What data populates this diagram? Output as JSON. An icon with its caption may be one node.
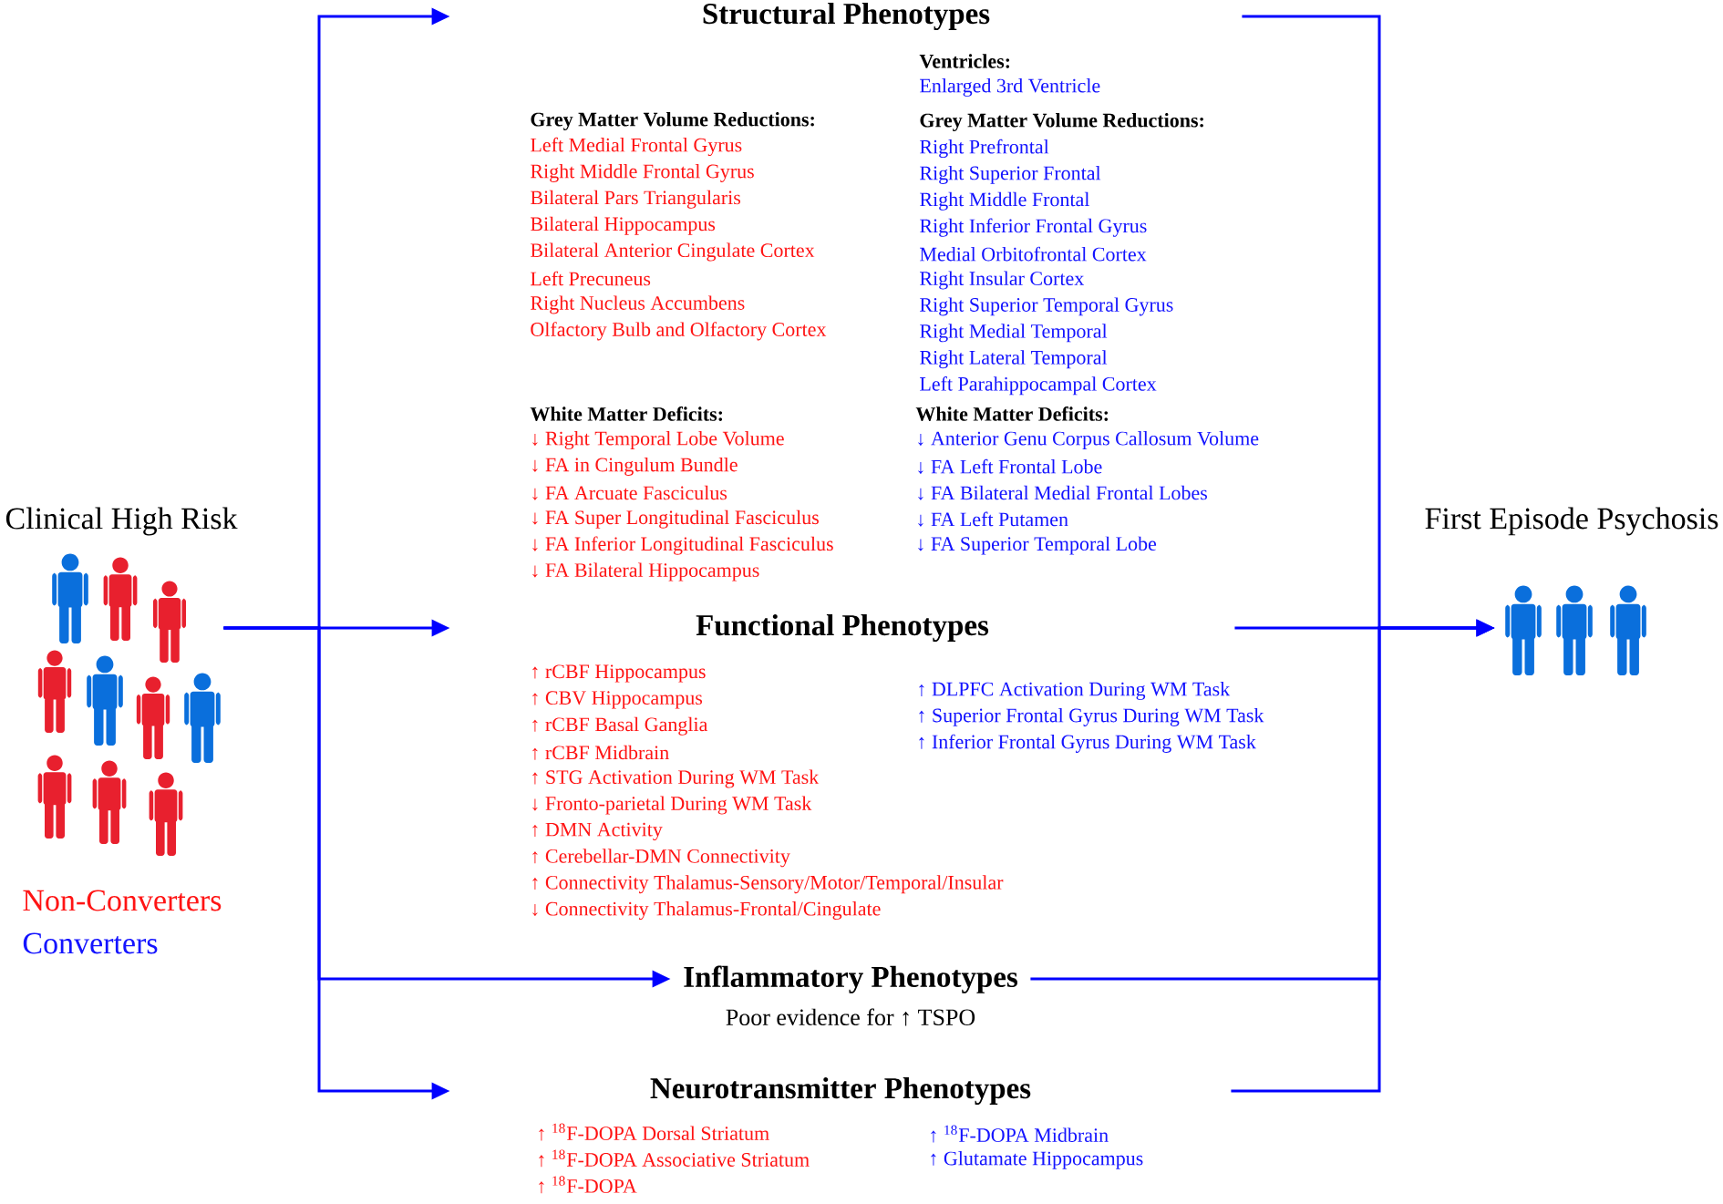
{
  "diagram": {
    "nodes": [
      {
        "text": [
          "Clinical High Risk"
        ]
      },
      {
        "text": [
          "Structural Phenotypes"
        ],
        "beside": [
          "Grey Matter Volume Reductions:",
          "Left Medial Frontal Gyrus",
          "Right Middle Frontal Gyrus",
          "Bilateral Pars Triangularis",
          "Bilateral Hippocampus",
          "Bilateral Anterior Cingulate Cortex",
          "Left Precuneus",
          "Right Nucleus Accumbens",
          "Olfactory Bulb and Olfactory Cortex",
          "White Matter Deficits:",
          "↓ Right Temporal Lobe Volume",
          "↓ FA in Cingulum Bundle",
          "↓ FA Arcuate Fasciculus",
          "↓ FA Super Longitudinal Fasciculus",
          "↓ FA Inferior Longitudinal Fasciculus",
          "↓ FA Bilateral Hippocampus",
          "Ventricles:",
          "Enlarged 3rd Ventricle",
          "Grey Matter Volume Reductions:",
          "Right Prefrontal",
          "Right Superior Frontal",
          "Right Middle Frontal",
          "Right Inferior Frontal Gyrus",
          "Medial Orbitofrontal Cortex",
          "Right Insular Cortex",
          "Right Superior Temporal Gyrus",
          "Right Medial Temporal",
          "Right Lateral Temporal",
          "Left Parahippocampal Cortex",
          "White Matter Deficits:",
          "↓ Anterior Genu Corpus Callosum Volume",
          "↓ FA Left Frontal Lobe",
          "↓ FA Bilateral Medial Frontal Lobes",
          "↓ FA Left Putamen",
          "↓ FA Superior Temporal Lobe"
        ]
      },
      {
        "text": [
          "Functional Phenotypes"
        ],
        "beside": [
          "↑ rCBF Hippocampus",
          "↑ CBV  Hippocampus",
          "↑ rCBF Basal Ganglia",
          "↑ rCBF Midbrain",
          "↑ STG Activation During WM Task",
          "↓ Fronto-parietal During WM Task",
          "↑ DMN Activity",
          "↑ Cerebellar-DMN Connectivity",
          "↑ Connectivity Thalamus-Sensory/Motor/Temporal/Insular",
          "↓ Connectivity Thalamus-Frontal/Cingulate",
          "↑ DLPFC Activation During WM Task",
          "↑ Superior Frontal Gyrus During WM Task",
          "↑ Inferior Frontal Gyrus During WM Task"
        ]
      },
      {
        "text": [
          "Inflammatory Phenotypes",
          "Poor evidence for ↑ TSPO"
        ]
      },
      {
        "text": [
          "Neurotransmitter Phenotypes"
        ],
        "beside": [
          "↑ $^{18}$F-DOPA Dorsal Striatum",
          "↑ $^{18}$F-DOPA Associative Striatum",
          "↑ $^{18}$F-DOPA",
          "↑ $^{18}$F-DOPA Midbrain",
          "↑ Glutamate Hippocampus"
        ]
      },
      {
        "text": [
          "First Episode Psychosis"
        ]
      }
    ],
    "edges": [
      {
        "from": 0,
        "to": 1,
        "arrow": "to"
      },
      {
        "from": 0,
        "to": 2,
        "arrow": "to"
      },
      {
        "from": 0,
        "to": 3,
        "arrow": "to"
      },
      {
        "from": 0,
        "to": 4,
        "arrow": "to"
      },
      {
        "from": 1,
        "to": 5,
        "arrow": "to"
      },
      {
        "from": 2,
        "to": 5,
        "arrow": "to"
      },
      {
        "from": 3,
        "to": 5,
        "arrow": "to"
      },
      {
        "from": 4,
        "to": 5,
        "arrow": "to"
      }
    ],
    "labels": [
      "Non-Converters",
      "Converters"
    ]
  }
}
